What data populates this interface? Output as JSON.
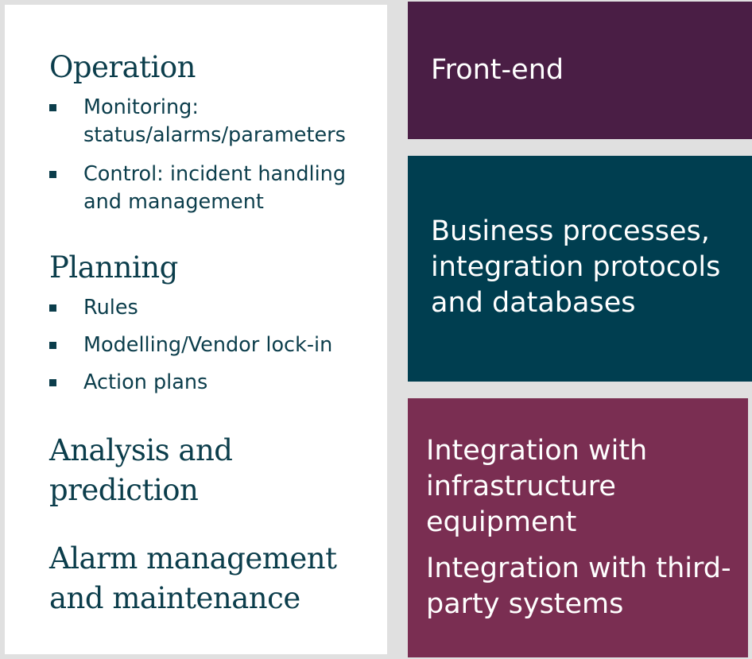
{
  "left": {
    "operation": {
      "title": "Operation",
      "items": [
        "Monitoring: status/alarms/parameters",
        "Control: incident handling and management"
      ]
    },
    "planning": {
      "title": "Planning",
      "items": [
        "Rules",
        "Modelling/Vendor lock-in",
        "Action plans"
      ]
    },
    "analysis_title": "Analysis and prediction",
    "alarm_title": "Alarm management and maintenance"
  },
  "right": {
    "front_end": "Front-end",
    "business": "Business processes, integration protocols and databases",
    "integration_infra": "Integration with infrastructure equipment",
    "integration_third_party": "Integration with third-party systems"
  },
  "colors": {
    "panel_bg": "#ffffff",
    "heading_text": "#0b3d4b",
    "front_end_bg": "#4a1e45",
    "business_bg": "#003e50",
    "integration_bg": "#7a2e52"
  }
}
